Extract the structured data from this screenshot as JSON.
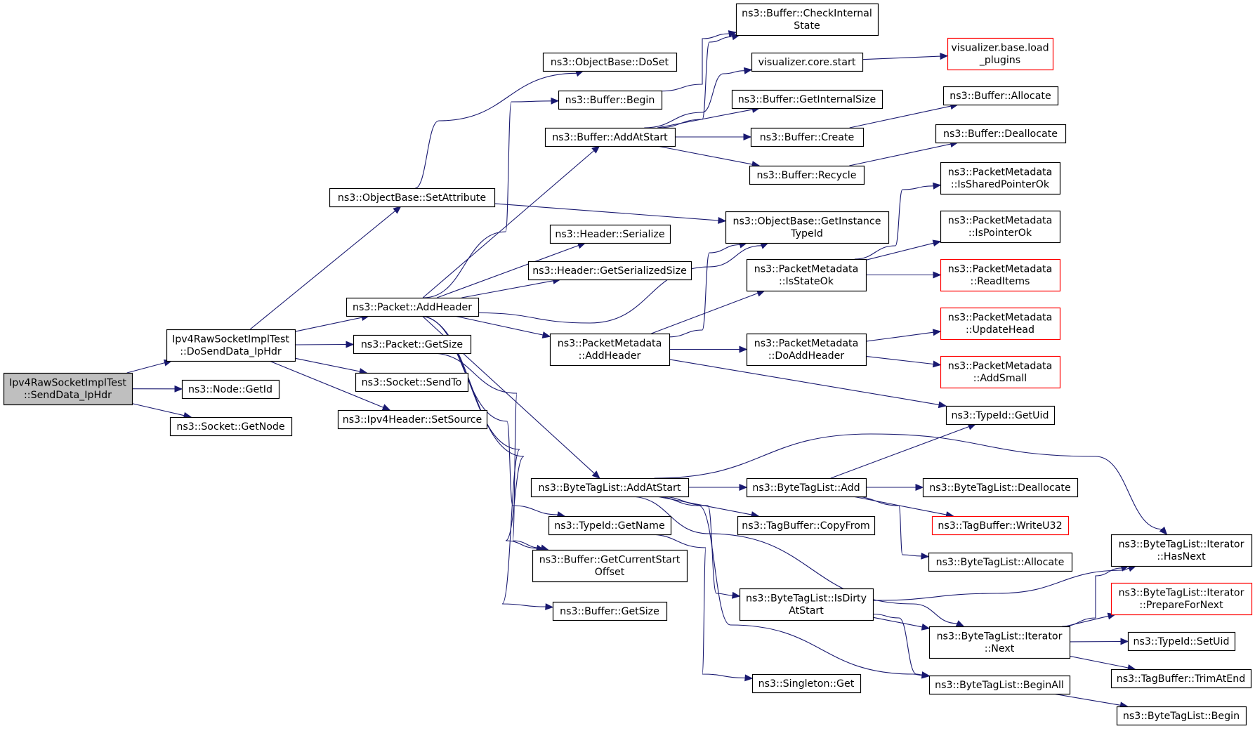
{
  "nodes": [
    {
      "id": "send_data",
      "lines": [
        "Ipv4RawSocketImplTest",
        "::SendData_IpHdr"
      ],
      "style": "root"
    },
    {
      "id": "do_send",
      "lines": [
        "Ipv4RawSocketImplTest",
        "::DoSendData_IpHdr"
      ],
      "style": "normal"
    },
    {
      "id": "node_getid",
      "lines": [
        "ns3::Node::GetId"
      ],
      "style": "normal"
    },
    {
      "id": "socket_getnode",
      "lines": [
        "ns3::Socket::GetNode"
      ],
      "style": "normal"
    },
    {
      "id": "setattribute",
      "lines": [
        "ns3::ObjectBase::SetAttribute"
      ],
      "style": "normal"
    },
    {
      "id": "pkt_addheader",
      "lines": [
        "ns3::Packet::AddHeader"
      ],
      "style": "normal"
    },
    {
      "id": "pkt_getsize",
      "lines": [
        "ns3::Packet::GetSize"
      ],
      "style": "normal"
    },
    {
      "id": "sock_sendto",
      "lines": [
        "ns3::Socket::SendTo"
      ],
      "style": "normal"
    },
    {
      "id": "ipv4_setsource",
      "lines": [
        "ns3::Ipv4Header::SetSource"
      ],
      "style": "normal"
    },
    {
      "id": "doset",
      "lines": [
        "ns3::ObjectBase::DoSet"
      ],
      "style": "normal"
    },
    {
      "id": "buf_begin",
      "lines": [
        "ns3::Buffer::Begin"
      ],
      "style": "normal"
    },
    {
      "id": "buf_addatstart",
      "lines": [
        "ns3::Buffer::AddAtStart"
      ],
      "style": "normal"
    },
    {
      "id": "hdr_serialize",
      "lines": [
        "ns3::Header::Serialize"
      ],
      "style": "normal"
    },
    {
      "id": "hdr_getsersize",
      "lines": [
        "ns3::Header::GetSerializedSize"
      ],
      "style": "normal"
    },
    {
      "id": "pm_addheader",
      "lines": [
        "ns3::PacketMetadata",
        "::AddHeader"
      ],
      "style": "normal"
    },
    {
      "id": "btl_addatstart",
      "lines": [
        "ns3::ByteTagList::AddAtStart"
      ],
      "style": "normal"
    },
    {
      "id": "typeid_getname",
      "lines": [
        "ns3::TypeId::GetName"
      ],
      "style": "normal"
    },
    {
      "id": "buf_getcurstart",
      "lines": [
        "ns3::Buffer::GetCurrentStart",
        "Offset"
      ],
      "style": "normal"
    },
    {
      "id": "buf_getsize",
      "lines": [
        "ns3::Buffer::GetSize"
      ],
      "style": "normal"
    },
    {
      "id": "buf_checkinternal",
      "lines": [
        "ns3::Buffer::CheckInternal",
        "State"
      ],
      "style": "normal"
    },
    {
      "id": "vis_core_start",
      "lines": [
        "visualizer.core.start"
      ],
      "style": "normal"
    },
    {
      "id": "buf_getinternalsize",
      "lines": [
        "ns3::Buffer::GetInternalSize"
      ],
      "style": "normal"
    },
    {
      "id": "buf_create",
      "lines": [
        "ns3::Buffer::Create"
      ],
      "style": "normal"
    },
    {
      "id": "buf_recycle",
      "lines": [
        "ns3::Buffer::Recycle"
      ],
      "style": "normal"
    },
    {
      "id": "getinstancetypeid",
      "lines": [
        "ns3::ObjectBase::GetInstance",
        "TypeId"
      ],
      "style": "normal"
    },
    {
      "id": "pm_isstateok",
      "lines": [
        "ns3::PacketMetadata",
        "::IsStateOk"
      ],
      "style": "normal"
    },
    {
      "id": "pm_doaddheader",
      "lines": [
        "ns3::PacketMetadata",
        "::DoAddHeader"
      ],
      "style": "normal"
    },
    {
      "id": "btl_add",
      "lines": [
        "ns3::ByteTagList::Add"
      ],
      "style": "normal"
    },
    {
      "id": "tagbuf_copyfrom",
      "lines": [
        "ns3::TagBuffer::CopyFrom"
      ],
      "style": "normal"
    },
    {
      "id": "btl_isdirty",
      "lines": [
        "ns3::ByteTagList::IsDirty",
        "AtStart"
      ],
      "style": "normal"
    },
    {
      "id": "singleton_get",
      "lines": [
        "ns3::Singleton::Get"
      ],
      "style": "normal"
    },
    {
      "id": "vis_base_load",
      "lines": [
        "visualizer.base.load",
        "_plugins"
      ],
      "style": "red"
    },
    {
      "id": "buf_allocate",
      "lines": [
        "ns3::Buffer::Allocate"
      ],
      "style": "normal"
    },
    {
      "id": "buf_deallocate",
      "lines": [
        "ns3::Buffer::Deallocate"
      ],
      "style": "normal"
    },
    {
      "id": "pm_issharedptr",
      "lines": [
        "ns3::PacketMetadata",
        "::IsSharedPointerOk"
      ],
      "style": "normal"
    },
    {
      "id": "pm_isptrok",
      "lines": [
        "ns3::PacketMetadata",
        "::IsPointerOk"
      ],
      "style": "normal"
    },
    {
      "id": "pm_readitems",
      "lines": [
        "ns3::PacketMetadata",
        "::ReadItems"
      ],
      "style": "red"
    },
    {
      "id": "pm_updatehead",
      "lines": [
        "ns3::PacketMetadata",
        "::UpdateHead"
      ],
      "style": "red"
    },
    {
      "id": "pm_addsmall",
      "lines": [
        "ns3::PacketMetadata",
        "::AddSmall"
      ],
      "style": "red"
    },
    {
      "id": "typeid_getuid",
      "lines": [
        "ns3::TypeId::GetUid"
      ],
      "style": "normal"
    },
    {
      "id": "btl_deallocate",
      "lines": [
        "ns3::ByteTagList::Deallocate"
      ],
      "style": "normal"
    },
    {
      "id": "tagbuf_writeu32",
      "lines": [
        "ns3::TagBuffer::WriteU32"
      ],
      "style": "red"
    },
    {
      "id": "btl_allocate",
      "lines": [
        "ns3::ByteTagList::Allocate"
      ],
      "style": "normal"
    },
    {
      "id": "btl_it_next",
      "lines": [
        "ns3::ByteTagList::Iterator",
        "::Next"
      ],
      "style": "normal"
    },
    {
      "id": "btl_beginall",
      "lines": [
        "ns3::ByteTagList::BeginAll"
      ],
      "style": "normal"
    },
    {
      "id": "btl_it_hasnext",
      "lines": [
        "ns3::ByteTagList::Iterator",
        "::HasNext"
      ],
      "style": "normal"
    },
    {
      "id": "btl_it_prepnext",
      "lines": [
        "ns3::ByteTagList::Iterator",
        "::PrepareForNext"
      ],
      "style": "red"
    },
    {
      "id": "typeid_setuid",
      "lines": [
        "ns3::TypeId::SetUid"
      ],
      "style": "normal"
    },
    {
      "id": "tagbuf_trimatend",
      "lines": [
        "ns3::TagBuffer::TrimAtEnd"
      ],
      "style": "normal"
    },
    {
      "id": "btl_begin",
      "lines": [
        "ns3::ByteTagList::Begin"
      ],
      "style": "normal"
    }
  ],
  "edges": [
    [
      "send_data",
      "do_send"
    ],
    [
      "send_data",
      "node_getid"
    ],
    [
      "send_data",
      "socket_getnode"
    ],
    [
      "do_send",
      "setattribute"
    ],
    [
      "do_send",
      "pkt_addheader"
    ],
    [
      "do_send",
      "pkt_getsize"
    ],
    [
      "do_send",
      "sock_sendto"
    ],
    [
      "do_send",
      "ipv4_setsource"
    ],
    [
      "setattribute",
      "doset"
    ],
    [
      "setattribute",
      "getinstancetypeid"
    ],
    [
      "pkt_addheader",
      "buf_begin"
    ],
    [
      "pkt_addheader",
      "buf_addatstart"
    ],
    [
      "pkt_addheader",
      "hdr_serialize"
    ],
    [
      "pkt_addheader",
      "hdr_getsersize"
    ],
    [
      "pkt_addheader",
      "pm_addheader"
    ],
    [
      "pkt_addheader",
      "btl_addatstart"
    ],
    [
      "pkt_addheader",
      "typeid_getname"
    ],
    [
      "pkt_addheader",
      "buf_getcurstart"
    ],
    [
      "pkt_addheader",
      "buf_getsize"
    ],
    [
      "pkt_addheader",
      "getinstancetypeid"
    ],
    [
      "pkt_getsize",
      "buf_getcurstart"
    ],
    [
      "buf_begin",
      "buf_checkinternal"
    ],
    [
      "buf_addatstart",
      "buf_checkinternal"
    ],
    [
      "buf_addatstart",
      "vis_core_start"
    ],
    [
      "buf_addatstart",
      "buf_getinternalsize"
    ],
    [
      "buf_addatstart",
      "buf_create"
    ],
    [
      "buf_addatstart",
      "buf_recycle"
    ],
    [
      "vis_core_start",
      "vis_base_load"
    ],
    [
      "buf_create",
      "buf_allocate"
    ],
    [
      "buf_recycle",
      "buf_deallocate"
    ],
    [
      "pm_addheader",
      "getinstancetypeid"
    ],
    [
      "pm_addheader",
      "pm_isstateok"
    ],
    [
      "pm_addheader",
      "pm_doaddheader"
    ],
    [
      "pm_addheader",
      "typeid_getuid"
    ],
    [
      "pm_isstateok",
      "pm_issharedptr"
    ],
    [
      "pm_isstateok",
      "pm_isptrok"
    ],
    [
      "pm_isstateok",
      "pm_readitems"
    ],
    [
      "pm_doaddheader",
      "pm_updatehead"
    ],
    [
      "pm_doaddheader",
      "pm_addsmall"
    ],
    [
      "btl_addatstart",
      "btl_add"
    ],
    [
      "btl_addatstart",
      "tagbuf_copyfrom"
    ],
    [
      "btl_addatstart",
      "btl_isdirty"
    ],
    [
      "btl_addatstart",
      "btl_it_next"
    ],
    [
      "btl_addatstart",
      "btl_beginall"
    ],
    [
      "btl_addatstart",
      "btl_it_hasnext"
    ],
    [
      "btl_add",
      "typeid_getuid"
    ],
    [
      "btl_add",
      "btl_deallocate"
    ],
    [
      "btl_add",
      "tagbuf_writeu32"
    ],
    [
      "btl_add",
      "btl_allocate"
    ],
    [
      "typeid_getname",
      "singleton_get"
    ],
    [
      "btl_isdirty",
      "btl_it_hasnext"
    ],
    [
      "btl_isdirty",
      "btl_it_next"
    ],
    [
      "btl_isdirty",
      "btl_beginall"
    ],
    [
      "btl_it_next",
      "btl_it_hasnext"
    ],
    [
      "btl_it_next",
      "btl_it_prepnext"
    ],
    [
      "btl_it_next",
      "typeid_setuid"
    ],
    [
      "btl_it_next",
      "tagbuf_trimatend"
    ],
    [
      "btl_beginall",
      "btl_begin"
    ]
  ],
  "colors": {
    "edge": "#191970",
    "root_fill": "#bfbfbf",
    "node_fill": "#ffffff",
    "node_border": "#000000",
    "red_border": "#ff0000"
  }
}
